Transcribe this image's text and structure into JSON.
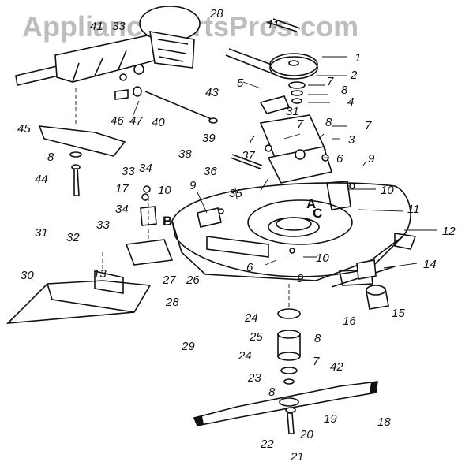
{
  "watermark": "AppliancePartsPros.com",
  "part_labels": [
    "1",
    "2",
    "3",
    "4",
    "5",
    "6",
    "6",
    "7",
    "7",
    "7",
    "7",
    "7",
    "8",
    "8",
    "8",
    "8",
    "8",
    "9",
    "9",
    "9",
    "10",
    "10",
    "10",
    "11",
    "11",
    "12",
    "13",
    "14",
    "15",
    "16",
    "17",
    "18",
    "19",
    "20",
    "21",
    "22",
    "23",
    "24",
    "24",
    "25",
    "26",
    "27",
    "28",
    "28",
    "29",
    "30",
    "31",
    "31",
    "32",
    "33",
    "33",
    "33",
    "34",
    "34",
    "35",
    "36",
    "37",
    "38",
    "39",
    "40",
    "41",
    "42",
    "43",
    "44",
    "45",
    "46",
    "47"
  ],
  "point_letters": [
    "A",
    "B",
    "C"
  ],
  "colors": {
    "line": "#111111",
    "background": "#ffffff",
    "watermark": "#bdbdbd"
  }
}
